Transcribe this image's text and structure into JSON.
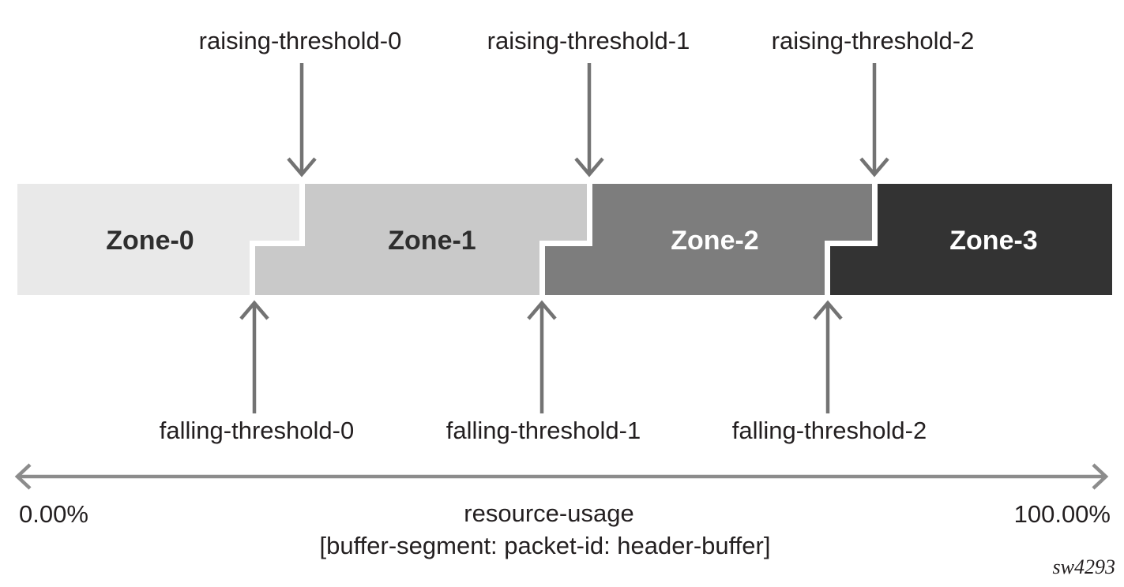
{
  "figure": {
    "zones": [
      {
        "label": "Zone-0",
        "fill": "#e9e9e9",
        "text_color": "#2e2e2e"
      },
      {
        "label": "Zone-1",
        "fill": "#c9c9c9",
        "text_color": "#2e2e2e"
      },
      {
        "label": "Zone-2",
        "fill": "#7d7d7d",
        "text_color": "#ffffff"
      },
      {
        "label": "Zone-3",
        "fill": "#333333",
        "text_color": "#ffffff"
      }
    ],
    "raising_thresholds": [
      "raising-threshold-0",
      "raising-threshold-1",
      "raising-threshold-2"
    ],
    "falling_thresholds": [
      "falling-threshold-0",
      "falling-threshold-1",
      "falling-threshold-2"
    ],
    "axis": {
      "min_label": "0.00%",
      "max_label": "100.00%",
      "title": "resource-usage",
      "subtitle": "[buffer-segment: packet-id: header-buffer]"
    },
    "watermark": "sw4293",
    "colors": {
      "threshold_arrow": "#737373",
      "axis_arrow": "#8c8c8c",
      "text": "#231f20",
      "background": "#ffffff"
    }
  }
}
